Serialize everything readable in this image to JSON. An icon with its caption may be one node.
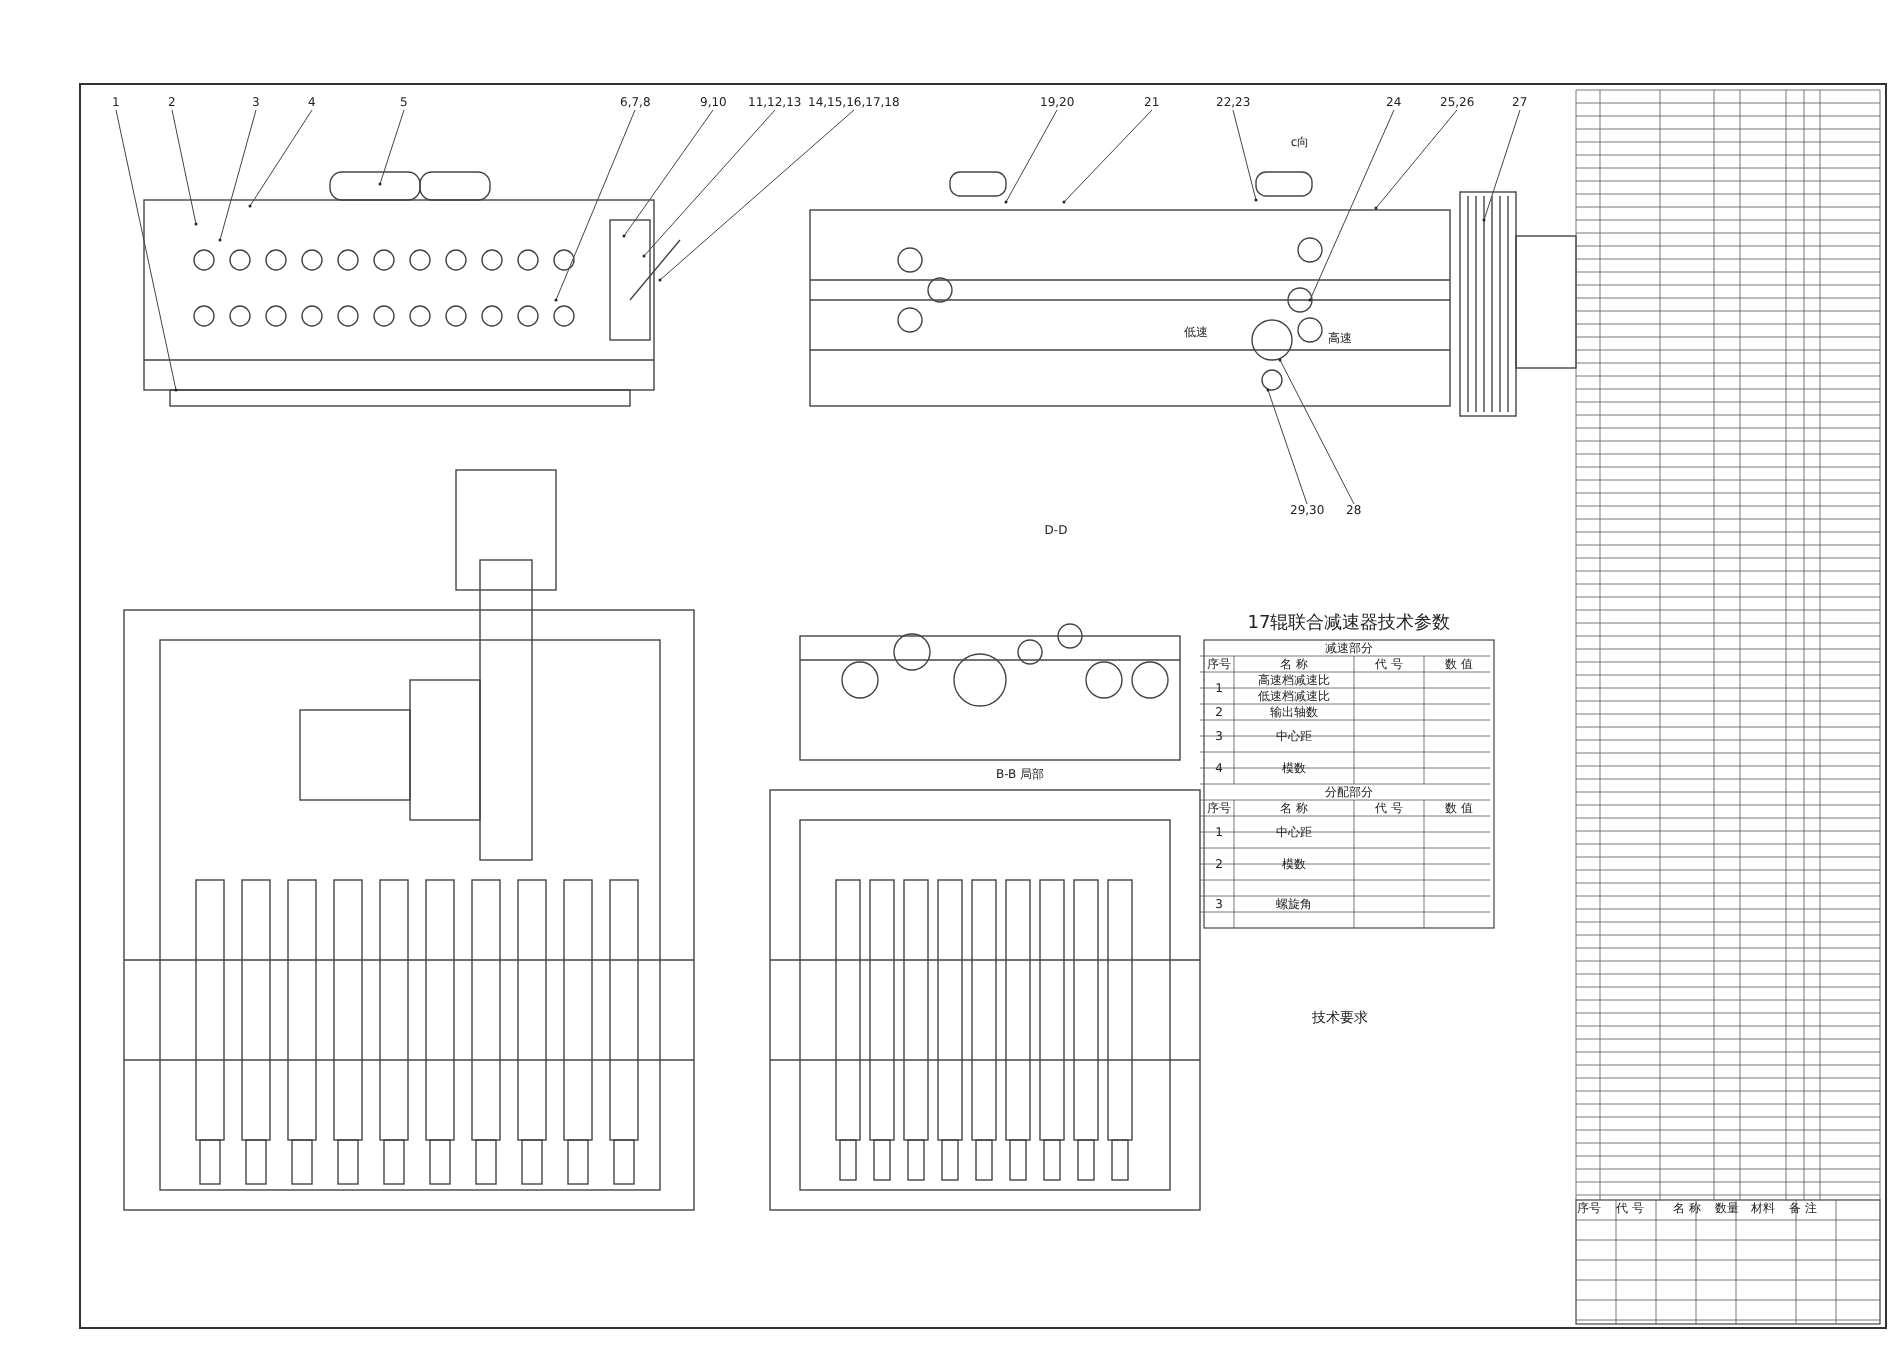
{
  "diagram": {
    "nodes": [
      {
        "text": [
          "1"
        ]
      },
      {
        "text": [
          "2"
        ]
      },
      {
        "text": [
          "3"
        ]
      },
      {
        "text": [
          "4"
        ]
      },
      {
        "text": [
          "5"
        ]
      },
      {
        "text": [
          "6,7,8"
        ]
      },
      {
        "text": [
          "9,10"
        ]
      },
      {
        "text": [
          "11,12,13"
        ]
      },
      {
        "text": [
          "14,15,16,17,18"
        ]
      },
      {
        "text": [
          "19,20"
        ]
      },
      {
        "text": [
          "21"
        ]
      },
      {
        "text": [
          "22,23"
        ]
      },
      {
        "text": [
          "24"
        ]
      },
      {
        "text": [
          "25,26"
        ]
      },
      {
        "text": [
          "27"
        ]
      },
      {
        "text": [
          "29,30"
        ]
      },
      {
        "text": [
          "28"
        ]
      }
    ],
    "edges": [
      {
        "from": 0,
        "to": null,
        "arrow": "other"
      },
      {
        "from": 1,
        "to": null,
        "arrow": "other"
      },
      {
        "from": 2,
        "to": null,
        "arrow": "other"
      },
      {
        "from": 3,
        "to": null,
        "arrow": "other"
      },
      {
        "from": 4,
        "to": null,
        "arrow": "other"
      },
      {
        "from": 5,
        "to": null,
        "arrow": "other"
      },
      {
        "from": 6,
        "to": null,
        "arrow": "other"
      },
      {
        "from": 7,
        "to": null,
        "arrow": "other"
      },
      {
        "from": 8,
        "to": null,
        "arrow": "other"
      },
      {
        "from": 9,
        "to": null,
        "arrow": "other"
      },
      {
        "from": 10,
        "to": null,
        "arrow": "other"
      },
      {
        "from": 11,
        "to": null,
        "arrow": "other"
      },
      {
        "from": 12,
        "to": null,
        "arrow": "other"
      },
      {
        "from": 13,
        "to": null,
        "arrow": "other"
      },
      {
        "from": 14,
        "to": null,
        "arrow": "other"
      },
      {
        "from": 15,
        "to": null,
        "arrow": "other"
      },
      {
        "from": 16,
        "to": null,
        "arrow": "other"
      }
    ],
    "labels": [
      "c向",
      "低速",
      "高速",
      "D-D",
      "B-B 局部",
      "17辊联合减速器技术参数",
      "减速部分",
      "序号",
      "名 称",
      "代 号",
      "数 值",
      "1",
      "高速档减速比",
      "低速档减速比",
      "2",
      "输出轴数",
      "3",
      "中心距",
      "4",
      "模数",
      "分配部分",
      "序号",
      "名 称",
      "代 号",
      "数 值",
      "1",
      "中心距",
      "2",
      "模数",
      "3",
      "螺旋角",
      "技术要求",
      "序号",
      "代 号",
      "名 称",
      "数量",
      "材料",
      "备 注"
    ]
  }
}
